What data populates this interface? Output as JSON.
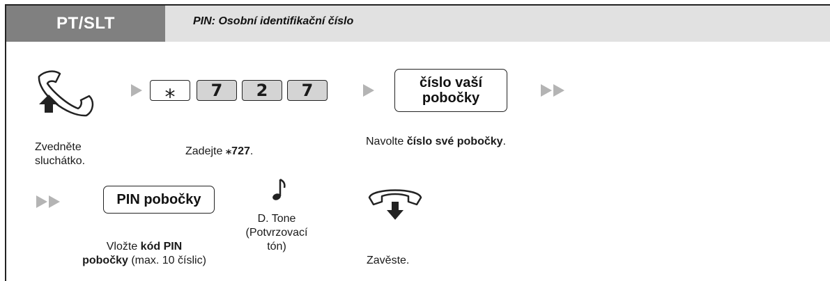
{
  "header": {
    "mode_label": "PT/SLT",
    "subtitle": "PIN: Osobní identifikační číslo"
  },
  "row1": {
    "keys": [
      "⁎",
      "7",
      "2",
      "7"
    ],
    "box_label_line1": "číslo vaší",
    "box_label_line2": "pobočky",
    "caption_offhook_line1": "Zvedněte",
    "caption_offhook_line2": "sluchátko.",
    "caption_dial_prefix": "Zadejte ",
    "caption_dial_code": "⁎727",
    "caption_dial_suffix": ".",
    "caption_ext_prefix": "Navolte ",
    "caption_ext_bold": "číslo své pobočky",
    "caption_ext_suffix": "."
  },
  "row2": {
    "box_label": "PIN pobočky",
    "tone_line1": "D. Tone",
    "tone_line2": "(Potvrzovací",
    "tone_line3": "tón)",
    "caption_pin_prefix": "Vložte ",
    "caption_pin_bold1": "kód PIN",
    "caption_pin_bold2": "pobočky",
    "caption_pin_suffix": " (max. 10 číslic)",
    "caption_onhook": "Zavěste."
  },
  "colors": {
    "header_tab": "#808080",
    "header_bar": "#e1e1e1",
    "arrow": "#b4b4b4",
    "key_fill": "#d4d4d4"
  },
  "icons": {
    "offhook": "handset-lift-icon",
    "onhook": "handset-hangup-icon",
    "tone": "music-note-icon",
    "arrow": "triangle-right-icon"
  }
}
